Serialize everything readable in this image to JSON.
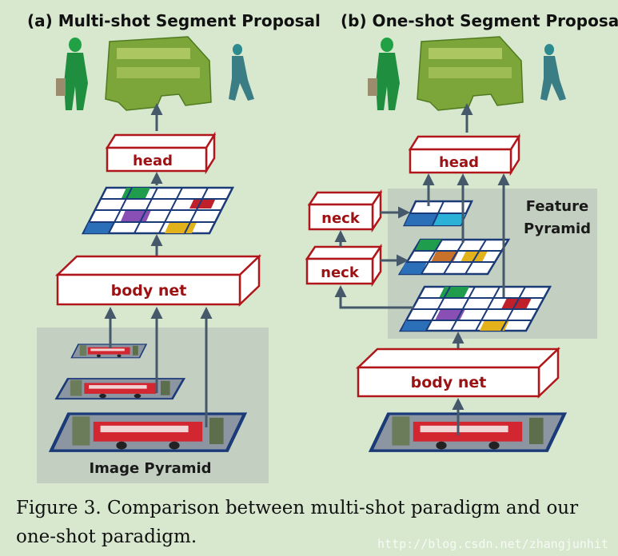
{
  "panels": {
    "left_title": "(a) Multi-shot Segment Proposal",
    "right_title": "(b) One-shot Segment Proposal"
  },
  "labels": {
    "head": "head",
    "body_net": "body net",
    "neck": "neck",
    "image_pyramid": "Image Pyramid",
    "feature_pyramid_line1": "Feature",
    "feature_pyramid_line2": "Pyramid"
  },
  "caption": {
    "text": "Figure 3.  Comparison between multi-shot paradigm and our one-shot paradigm."
  },
  "watermark": "http://blog.csdn.net/zhangjunhit",
  "colors": {
    "background": "#d7e8cf",
    "box_stroke": "#b0161a",
    "box_text": "#9b1114",
    "grid_stroke": "#1b3a78",
    "arrow": "#46596b",
    "pyramid_bg": "#c3cfc0",
    "cell_green": "#1f9d4c",
    "cell_red": "#c0202a",
    "cell_purple": "#8a4fb5",
    "cell_blue": "#2a6fb8",
    "cell_yellow": "#e3b21a",
    "cell_cyan": "#2bb0d8",
    "cell_orange": "#c8712a"
  },
  "icons": [
    "person-silhouette-icon",
    "bus-mask-icon",
    "street-photo-icon"
  ]
}
